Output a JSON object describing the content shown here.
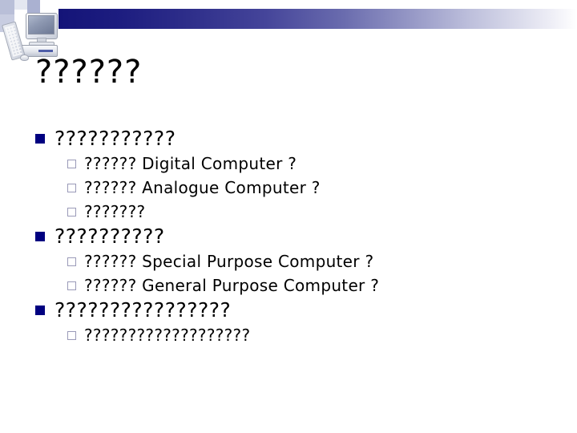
{
  "slide": {
    "title": "??????",
    "header": {
      "gradient_from": "#141478",
      "gradient_to": "#ffffff",
      "clipart_name": "desktop-computer-clipart"
    },
    "colors": {
      "level1_bullet": "#000080",
      "level2_bullet_border": "#9a9ab8",
      "text": "#000000",
      "accent_navy": "#1a1a7a"
    },
    "content": [
      {
        "level": 1,
        "text": "???????????",
        "children": [
          {
            "level": 2,
            "text": "?????? Digital Computer ?"
          },
          {
            "level": 2,
            "text": "?????? Analogue Computer ?"
          },
          {
            "level": 2,
            "text": "???????"
          }
        ]
      },
      {
        "level": 1,
        "text": "??????????",
        "children": [
          {
            "level": 2,
            "text": "?????? Special Purpose Computer ?"
          },
          {
            "level": 2,
            "text": "?????? General Purpose Computer ?"
          }
        ]
      },
      {
        "level": 1,
        "text": "????????????????",
        "children": [
          {
            "level": 2,
            "text": "???????????????????"
          }
        ]
      }
    ]
  }
}
